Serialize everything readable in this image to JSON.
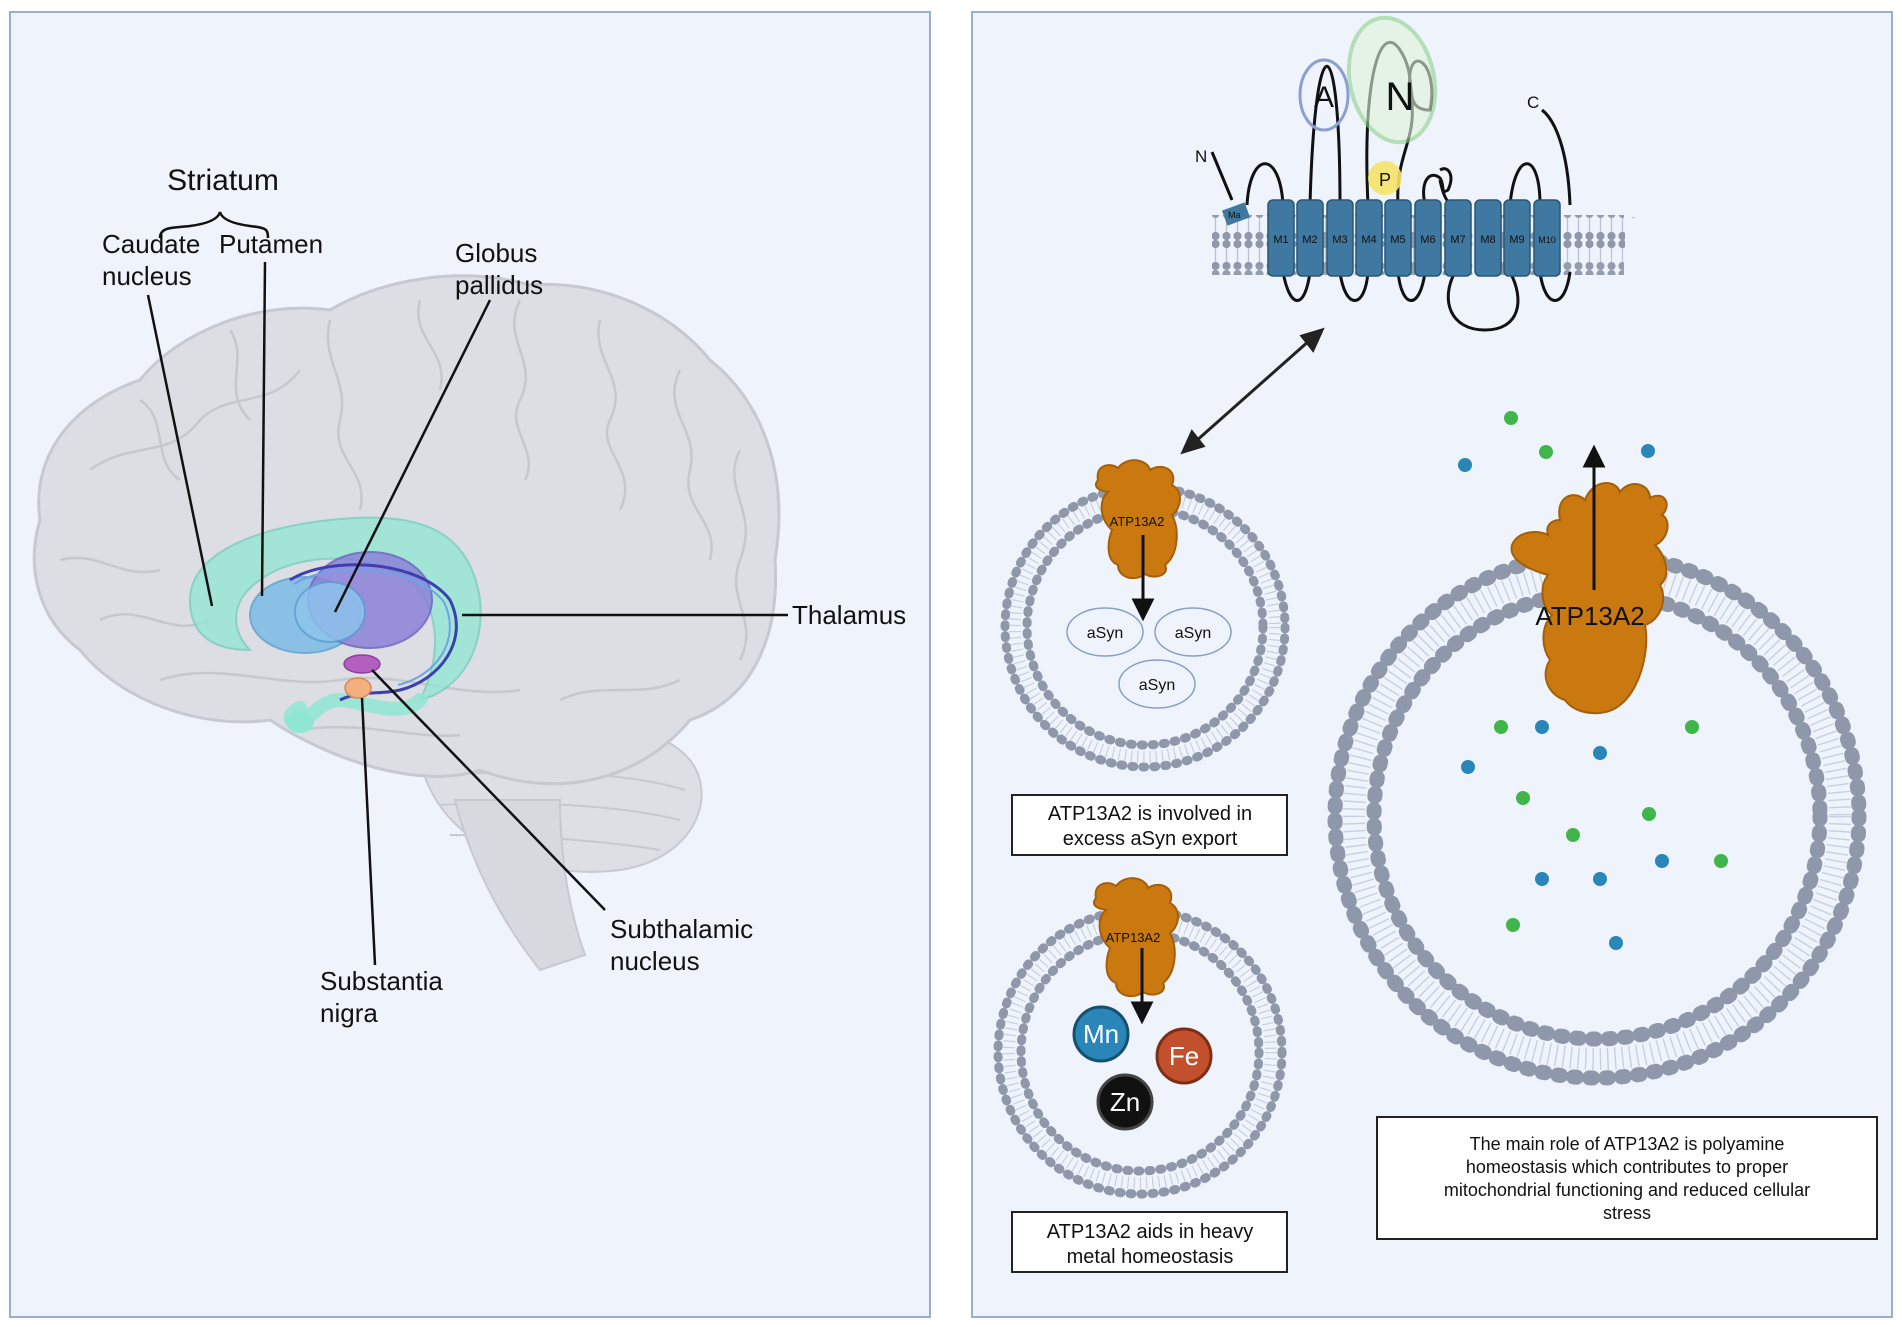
{
  "left_panel": {
    "striatum": "Striatum",
    "caudate_line1": "Caudate",
    "caudate_line2": "nucleus",
    "putamen": "Putamen",
    "globus_line1": "Globus",
    "globus_line2": "pallidus",
    "thalamus": "Thalamus",
    "subthalamic_line1": "Subthalamic",
    "subthalamic_line2": "nucleus",
    "substantia_line1": "Substantia",
    "substantia_line2": "nigra"
  },
  "right_panel": {
    "protein": {
      "domain_a": "A",
      "domain_n": "N",
      "domain_p": "P",
      "n_term": "N",
      "c_term": "C",
      "ma_label": "Ma",
      "segments": [
        "M1",
        "M2",
        "M3",
        "M4",
        "M5",
        "M6",
        "M7",
        "M8",
        "M9",
        "M10"
      ]
    },
    "vesicle_top": {
      "protein_label": "ATP13A2",
      "cargo": [
        "aSyn",
        "aSyn",
        "aSyn"
      ],
      "caption_line1": "ATP13A2 is involved in",
      "caption_line2": "excess aSyn export"
    },
    "vesicle_bottom": {
      "protein_label": "ATP13A2",
      "metals": [
        {
          "symbol": "Mn",
          "color": "#2a86b8"
        },
        {
          "symbol": "Fe",
          "color": "#c2502d"
        },
        {
          "symbol": "Zn",
          "color": "#111111"
        }
      ],
      "caption_line1": "ATP13A2 aids in heavy",
      "caption_line2": "metal homeostasis"
    },
    "vesicle_large": {
      "protein_label": "ATP13A2",
      "caption_line1": "The main role of ATP13A2 is polyamine",
      "caption_line2": "homeostasis which contributes to proper",
      "caption_line3": "mitochondrial functioning and reduced cellular",
      "caption_line4": "stress"
    }
  },
  "colors": {
    "panel_bg": "#eef3fc",
    "panel_border": "#9aaed0",
    "protein_orange": "#c9790f",
    "membrane_blue": "#3f78a0",
    "lipid_gray": "#8e98aa",
    "striatum_teal": "#8fe6d2",
    "thalamus_purple": "#8c82d8",
    "green_dot": "#3fb54a",
    "blue_dot": "#2a86b8"
  }
}
